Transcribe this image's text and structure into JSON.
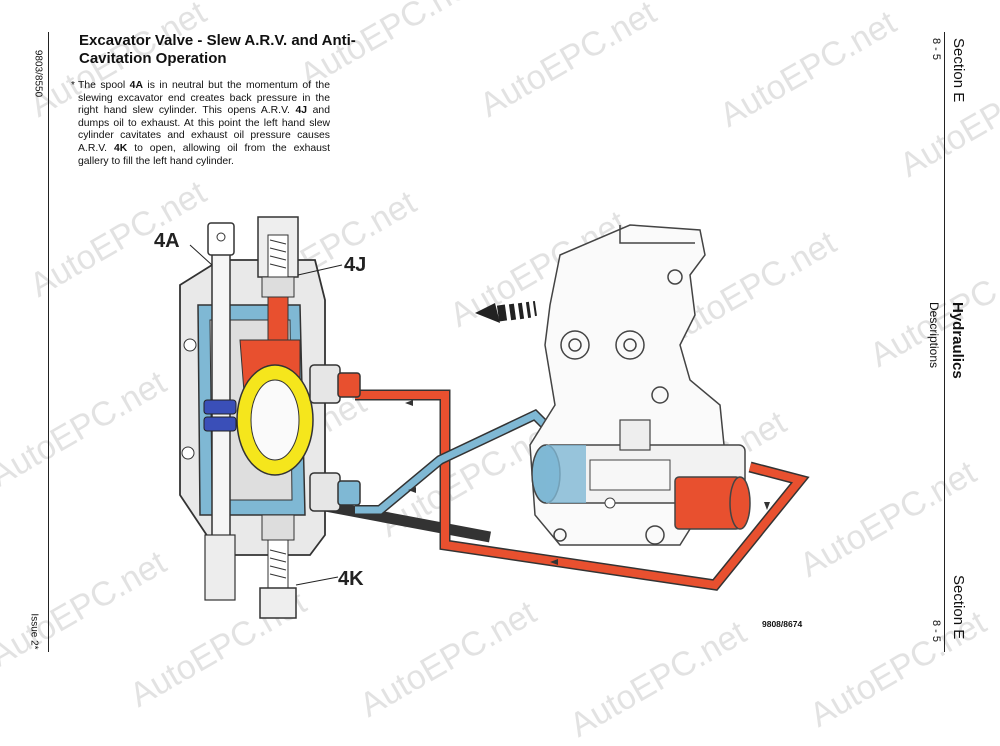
{
  "page": {
    "doc_number": "9803/8550",
    "issue": "Issue 2*",
    "section_top": "Section E",
    "page_top": "8 - 5",
    "section_bottom": "Section E",
    "page_bottom": "8 - 5",
    "chapter": "Hydraulics",
    "subchapter": "Descriptions"
  },
  "content": {
    "title": "Excavator Valve - Slew A.R.V. and Anti-Cavitation Operation",
    "bullet": "*",
    "paragraph": [
      {
        "t": "The spool ",
        "b": false
      },
      {
        "t": "4A",
        "b": true
      },
      {
        "t": " is in neutral but the momentum of the slewing excavator end creates back pressure in the right hand slew cylinder. This opens  A.R.V. ",
        "b": false
      },
      {
        "t": "4J",
        "b": true
      },
      {
        "t": " and dumps oil to exhaust. At this point the left hand slew cylinder cavitates and exhaust oil pressure causes A.R.V. ",
        "b": false
      },
      {
        "t": "4K",
        "b": true
      },
      {
        "t": " to open, allowing oil from the exhaust gallery to fill the left hand cylinder.",
        "b": false
      }
    ]
  },
  "figure": {
    "labels": {
      "spool": "4A",
      "arv_top": "4J",
      "arv_bottom": "4K"
    },
    "ref": "9808/8674",
    "colors": {
      "pressure": "#e8502f",
      "exhaust": "#7fb8d4",
      "yellow": "#f5e61c",
      "blue": "#3a4fb8"
    }
  },
  "watermark": "AutoEPC.net"
}
